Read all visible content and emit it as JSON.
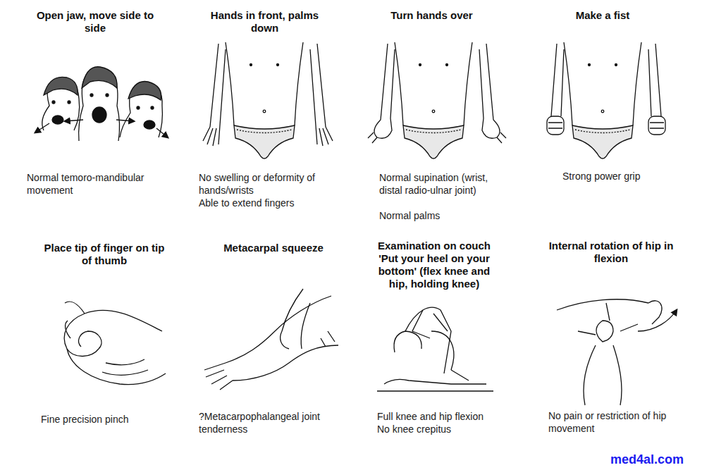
{
  "diagram": {
    "labels": [
      "Open jaw, move side to side",
      "Normal temoro-mandibular movement",
      "Hands in front, palms down",
      "No swelling or deformity of hands/wrists",
      "Able to extend fingers",
      "Turn hands over",
      "Normal supination (wrist, distal radio-ulnar joint)",
      "Normal palms",
      "Make a fist",
      "Strong power grip",
      "Place tip of finger on tip of thumb",
      "Fine precision pinch",
      "Metacarpal squeeze",
      "?Metacarpophalangeal joint tenderness",
      "Examination on couch 'Put your heel on your bottom' (flex knee and hip, holding knee)",
      "Full knee and hip flexion",
      "No knee crepitus",
      "Internal rotation of hip in flexion",
      "No pain or restriction of hip movement",
      "med4al.com"
    ]
  }
}
